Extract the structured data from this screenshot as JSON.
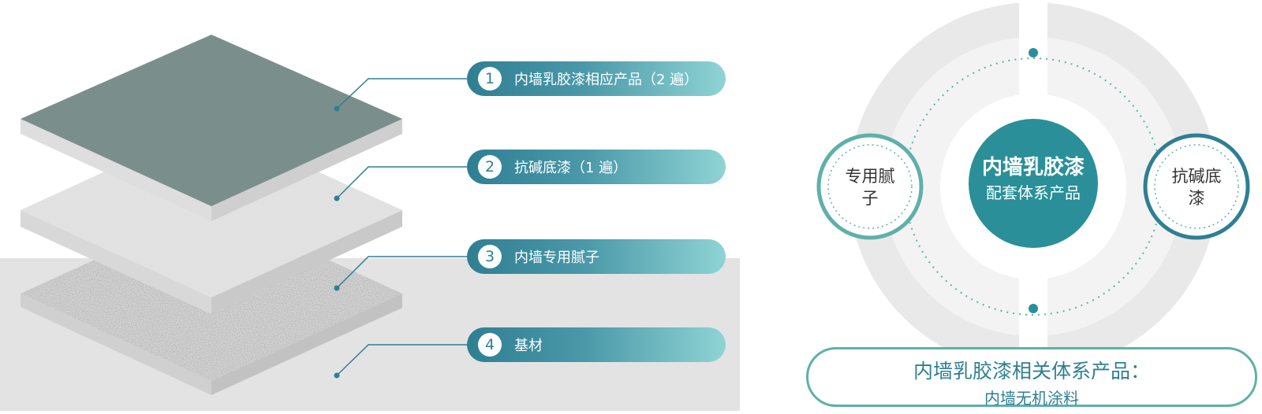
{
  "layers": [
    {
      "number": "1",
      "label": "内墙乳胶漆相应产品（2 遍）"
    },
    {
      "number": "2",
      "label": "抗碱底漆（1 遍）"
    },
    {
      "number": "3",
      "label": "内墙专用腻子"
    },
    {
      "number": "4",
      "label": "基材"
    }
  ],
  "system": {
    "center_title": "内墙乳胶漆",
    "center_subtitle": "配套体系产品",
    "left_node": "专用腻子",
    "right_node": "抗碱底漆",
    "bottom_title": "内墙乳胶漆相关体系产品：",
    "bottom_subtitle": "内墙无机涂料"
  },
  "colors": {
    "primary": "#2f7f93",
    "teal": "#2a8f98",
    "ring": "#5fb0aa",
    "top_slab": "#7a8f8c",
    "ground": "#e3e3e3"
  }
}
